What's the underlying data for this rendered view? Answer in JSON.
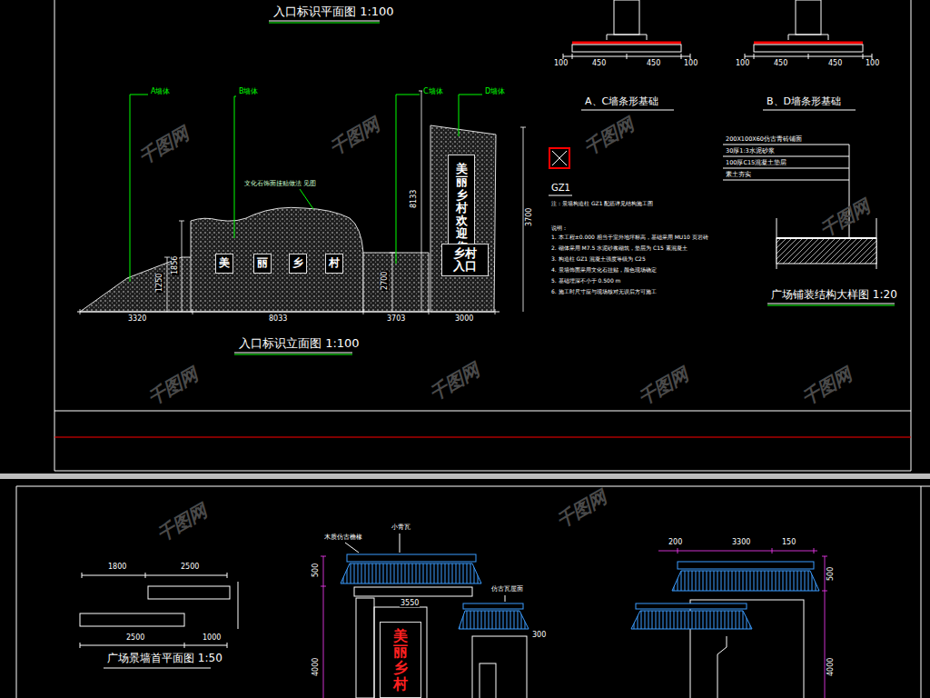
{
  "diagram": {
    "nodes": [
      {
        "text": [
          "美"
        ]
      },
      {
        "text": [
          "丽"
        ]
      },
      {
        "text": [
          "乡"
        ]
      },
      {
        "text": [
          "村"
        ]
      },
      {
        "text": [
          "美丽乡村欢迎您"
        ]
      },
      {
        "text": [
          "乡村入口"
        ]
      },
      {
        "text": [
          "美丽乡村"
        ]
      }
    ],
    "labels": [
      "入口标识平面图 1:100",
      "入口标识立面图 1:100",
      "A墙体",
      "B墙体",
      "C墙体",
      "D墙体",
      "文化石饰面挂贴做法 见图",
      "3320",
      "8033",
      "3703",
      "3000",
      "1856",
      "1250",
      "2700",
      "8133",
      "3700",
      "A、C墙条形基础",
      "B、D墙条形基础",
      "100",
      "450",
      "450",
      "100",
      "100",
      "450",
      "450",
      "100",
      "GZ1",
      "注：景墙构造柱 GZ1 配筋详见结构施工图",
      "说明：",
      "1. 本工程±0.000 相当于室外地坪标高，基础采用 MU10 页岩砖",
      "2. 砌体采用 M7.5 水泥砂浆砌筑，垫层为 C15 素混凝土",
      "3. 构造柱 GZ1 混凝土强度等级为 C25",
      "4. 景墙饰面采用文化石挂贴，颜色现场确定",
      "5. 基础埋深不小于 0.500 m",
      "6. 施工时尺寸应与现场核对无误后方可施工",
      "200X100X60仿古青砖铺面",
      "30厚1:3水泥砂浆",
      "100厚C15混凝土垫层",
      "素土夯实",
      "广场铺装结构大样图 1:20",
      "广场景墙首平面图 1:50",
      "1800",
      "2500",
      "2500",
      "1000",
      "小青瓦",
      "木质仿古檐椽",
      "仿古瓦屋面",
      "3550",
      "300",
      "500",
      "4000",
      "500",
      "4000",
      "3300",
      "200",
      "150",
      "千图网",
      "千图网",
      "千图网",
      "千图网",
      "千图网",
      "千图网",
      "千图网",
      "千图网",
      "千图网",
      "千图网"
    ]
  }
}
